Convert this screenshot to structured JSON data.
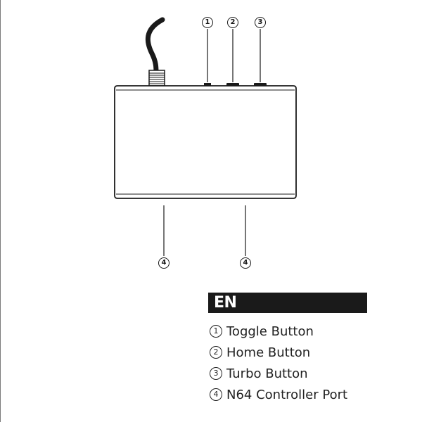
{
  "diagram": {
    "callouts_top": [
      "1",
      "2",
      "3"
    ],
    "callouts_bottom": [
      "4",
      "4"
    ]
  },
  "language_header": "EN",
  "legend": [
    {
      "number": "1",
      "label": "Toggle Button"
    },
    {
      "number": "2",
      "label": "Home Button"
    },
    {
      "number": "3",
      "label": "Turbo Button"
    },
    {
      "number": "4",
      "label": "N64 Controller Port"
    }
  ],
  "colors": {
    "line": "#1a1a1a",
    "header_background": "#1a1a1a",
    "header_text": "#ffffff",
    "background": "#ffffff"
  }
}
